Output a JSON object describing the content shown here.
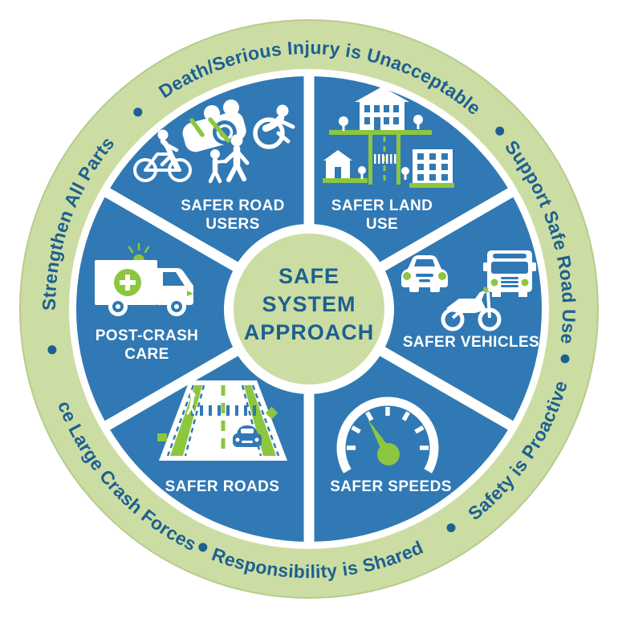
{
  "colors": {
    "wedge_blue": "#3079b4",
    "ring_green": "#ccdda3",
    "accent_green": "#8dc63f",
    "text_blue": "#1d6091",
    "white": "#ffffff"
  },
  "outer_ring": {
    "separator": "•",
    "phrases": [
      "Death/Serious Injury is Unacceptable",
      "Support Safe Road Use",
      "Safety is Proactive",
      "Responsibility is Shared",
      "Reduce Large Crash Forces",
      "Strengthen All Parts"
    ]
  },
  "center": {
    "lines": [
      "SAFE",
      "SYSTEM",
      "APPROACH"
    ]
  },
  "wedges": [
    {
      "id": "safer-road-users",
      "label_lines": [
        "SAFER ROAD",
        "USERS"
      ],
      "icons": [
        "cyclist-icon",
        "seatbelt-passengers-icon",
        "wheelchair-user-icon",
        "adult-child-pedestrians-icon"
      ]
    },
    {
      "id": "safer-land-use",
      "label_lines": [
        "SAFER LAND",
        "USE"
      ],
      "icons": [
        "neighborhood-buildings-icon"
      ]
    },
    {
      "id": "safer-vehicles",
      "label_lines": [
        "SAFER VEHICLES"
      ],
      "icons": [
        "car-icon",
        "bus-icon",
        "motorcycle-icon"
      ]
    },
    {
      "id": "safer-speeds",
      "label_lines": [
        "SAFER SPEEDS"
      ],
      "icons": [
        "speedometer-icon"
      ]
    },
    {
      "id": "safer-roads",
      "label_lines": [
        "SAFER ROADS"
      ],
      "icons": [
        "road-icon"
      ]
    },
    {
      "id": "post-crash-care",
      "label_lines": [
        "POST-CRASH",
        "CARE"
      ],
      "icons": [
        "ambulance-icon"
      ]
    }
  ]
}
